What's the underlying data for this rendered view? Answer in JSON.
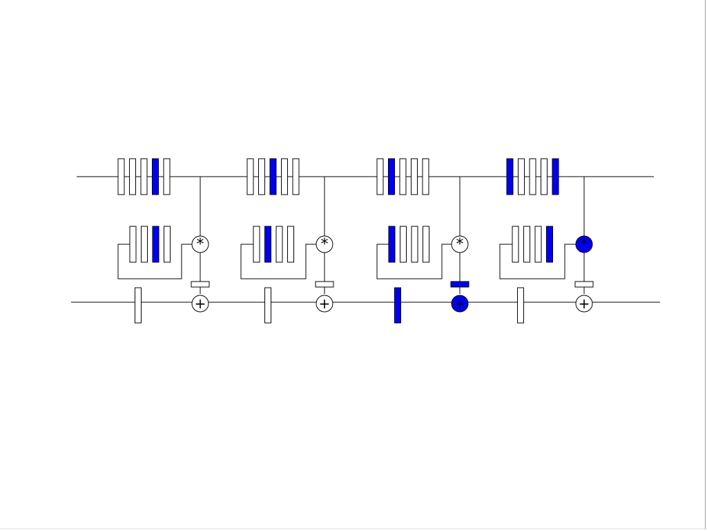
{
  "symbols": {
    "multiply": "*",
    "add": "+"
  },
  "colors": {
    "line": "#000000",
    "box_fill": "#ffffff",
    "highlight": "#0000ee",
    "right_edge": "#a0a0a0",
    "bottom_edge": "#e0e0e0"
  },
  "stages": [
    {
      "top_highlight": [
        3
      ],
      "mid_highlight": [
        2
      ],
      "multiply_highlighted": false,
      "add_highlighted": false,
      "cell_highlighted": false,
      "gate_highlighted": false
    },
    {
      "top_highlight": [
        2
      ],
      "mid_highlight": [
        1
      ],
      "multiply_highlighted": false,
      "add_highlighted": false,
      "cell_highlighted": false,
      "gate_highlighted": false
    },
    {
      "top_highlight": [
        1
      ],
      "mid_highlight": [
        0
      ],
      "multiply_highlighted": false,
      "add_highlighted": true,
      "cell_highlighted": true,
      "gate_highlighted": true
    },
    {
      "top_highlight": [
        0,
        4
      ],
      "mid_highlight": [
        3
      ],
      "multiply_highlighted": true,
      "add_highlighted": false,
      "cell_highlighted": false,
      "gate_highlighted": false
    }
  ]
}
